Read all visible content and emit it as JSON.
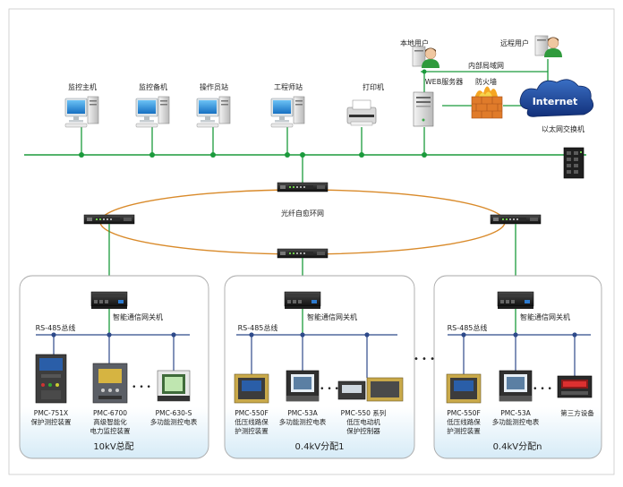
{
  "workstations": [
    {
      "label": "监控主机"
    },
    {
      "label": "监控备机"
    },
    {
      "label": "操作员站"
    },
    {
      "label": "工程师站"
    }
  ],
  "printer": {
    "label": "打印机"
  },
  "local_user": {
    "label": "本地用户"
  },
  "remote_user": {
    "label": "远程用户"
  },
  "intranet": {
    "label": "内部局域网"
  },
  "web_server": {
    "label": "WEB服务器"
  },
  "firewall": {
    "label": "防火墙"
  },
  "internet": {
    "label": "Internet"
  },
  "ethernet_switch": {
    "label": "以太网交换机"
  },
  "fiber_ring": {
    "label": "光纤自愈环网"
  },
  "panels": [
    {
      "title": "10kV总配",
      "gateway_label": "智能通信网关机",
      "bus_label": "RS-485总线",
      "devices": [
        {
          "line1": "PMC-751X",
          "line2": "保护测控装置",
          "line3": ""
        },
        {
          "line1": "PMC-6700",
          "line2": "高级智能化",
          "line3": "电力监控装置"
        },
        {
          "line1": "PMC-630-S",
          "line2": "多功能测控电表",
          "line3": ""
        }
      ]
    },
    {
      "title": "0.4kV分配1",
      "gateway_label": "智能通信网关机",
      "bus_label": "RS-485总线",
      "devices": [
        {
          "line1": "PMC-550F",
          "line2": "低压线路保",
          "line3": "护测控装置"
        },
        {
          "line1": "PMC-53A",
          "line2": "多功能测控电表",
          "line3": ""
        },
        {
          "line1": "PMC-550 系列",
          "line2": "低压电动机",
          "line3": "保护控制器"
        }
      ]
    },
    {
      "title": "0.4kV分配n",
      "gateway_label": "智能通信网关机",
      "bus_label": "RS-485总线",
      "devices": [
        {
          "line1": "PMC-550F",
          "line2": "低压线路保",
          "line3": "护测控装置"
        },
        {
          "line1": "PMC-53A",
          "line2": "多功能测控电表",
          "line3": ""
        },
        {
          "line1": "第三方设备",
          "line2": "",
          "line3": ""
        }
      ]
    }
  ],
  "ellipsis": "• • •",
  "colors": {
    "network_line": "#1b9a3c",
    "ring": "#d98a2a",
    "panel_border": "#a8a8a8",
    "panel_bottom": "#d6ebf7"
  }
}
